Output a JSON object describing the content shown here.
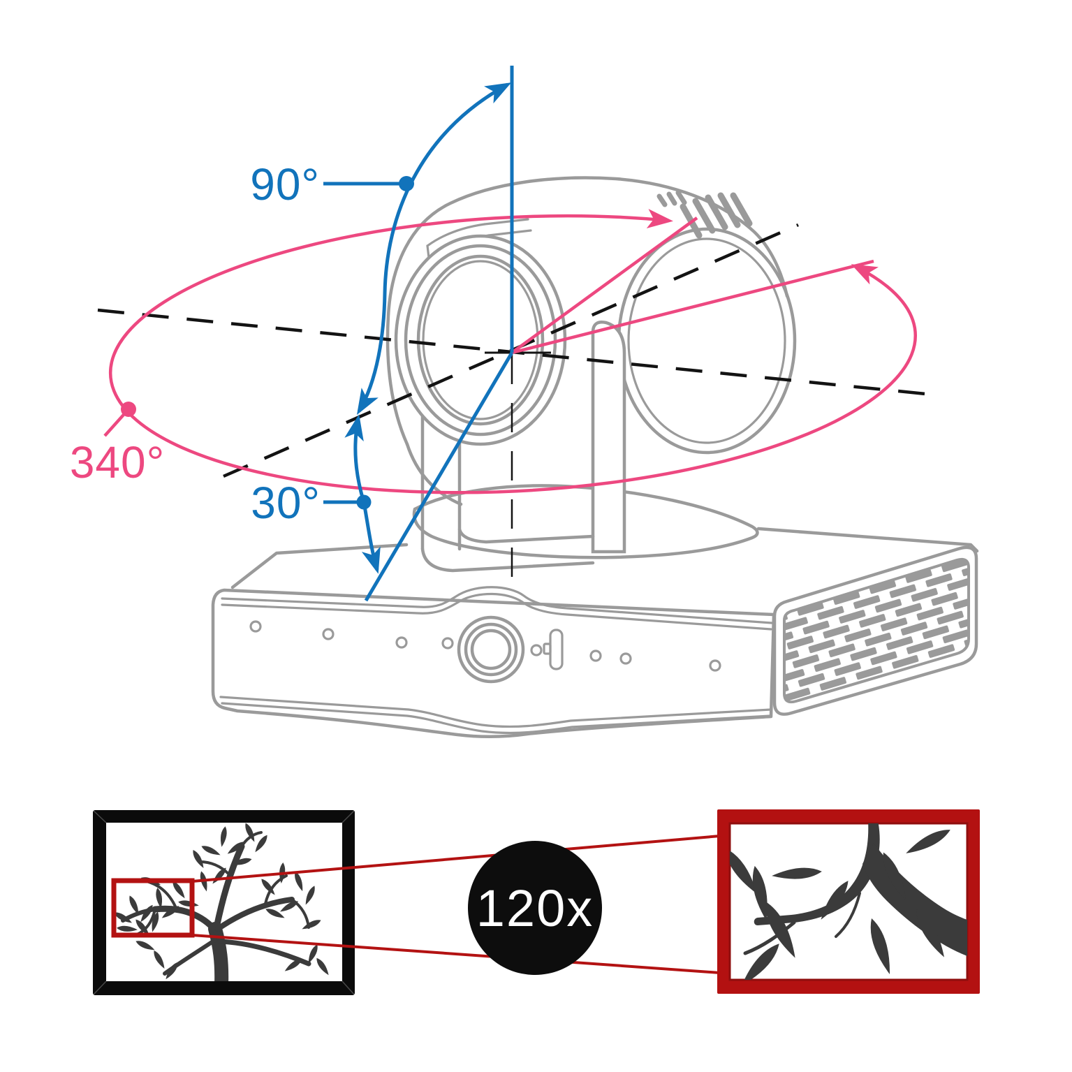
{
  "angle_diagram": {
    "labels": {
      "tilt_up": "90°",
      "tilt_down": "30°",
      "pan": "340°"
    },
    "colors": {
      "tilt_blue": "#1173bb",
      "pan_pink": "#ed4880",
      "camera_gray": "#9a9a9a",
      "axis_black": "#131313"
    }
  },
  "zoom_illustration": {
    "magnification": "120x",
    "colors": {
      "badge_background": "#0d0d0d",
      "badge_text": "#ffffff",
      "wide_frame_black": "#0b0b0b",
      "tele_frame_red": "#b31111",
      "callout_line_red": "#b31212",
      "tree_silhouette": "#3b3b3b"
    }
  }
}
